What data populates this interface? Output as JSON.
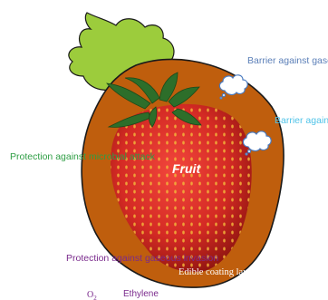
{
  "labels": {
    "barrier_escape": "Barrier against gaseous escape",
    "barrier_moisture": "Barrier against moisture loss",
    "microbial": "Protection against microbial attack",
    "invasion": "Protection against gaseous invasion",
    "coating": "Edible coating layer",
    "fruit": "Fruit",
    "o2_base": "O",
    "o2_sub": "2",
    "ethylene": "Ethylene"
  },
  "colors": {
    "coating": "#bf5e0d",
    "strawberry": "#d42a24",
    "leaf": "#9ccc3c",
    "calyx": "#2d6e2a",
    "escape_text": "#5b7fb8",
    "moisture_text": "#4fc3e8",
    "microbial_text": "#2f9e45",
    "invasion_text": "#7a2a8c",
    "fruit_text": "#ffffff",
    "coating_text": "#ffffff"
  },
  "icons": [
    "cloud-icon",
    "cloud-icon"
  ]
}
